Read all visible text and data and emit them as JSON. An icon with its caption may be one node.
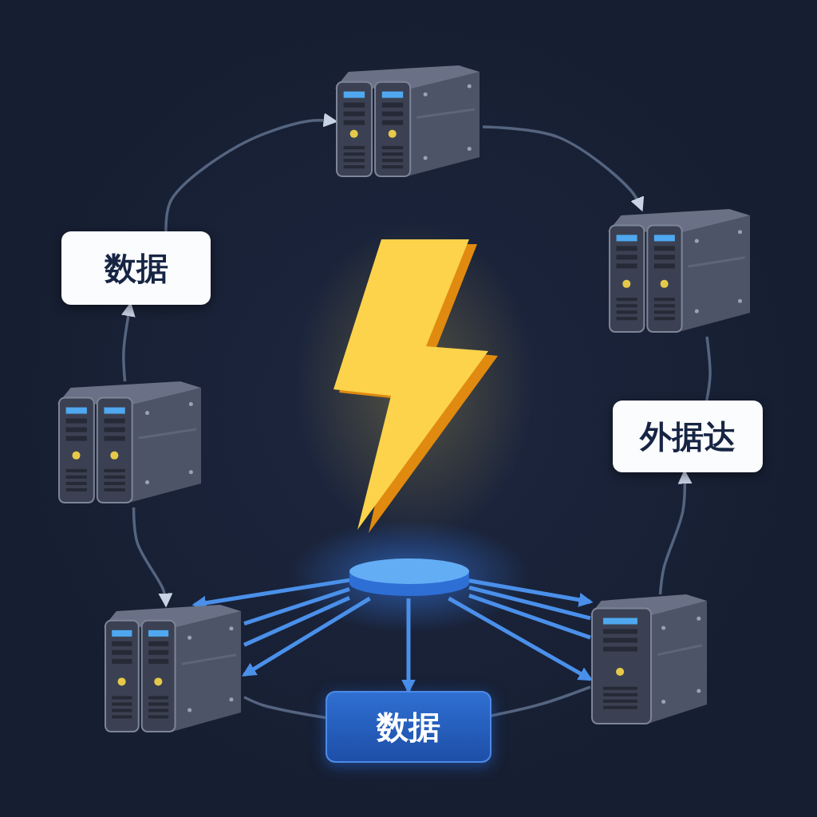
{
  "diagram": {
    "nodes": [
      {
        "text": [],
        "shape": "picture"
      },
      {
        "text": [],
        "shape": "picture"
      },
      {
        "text": [
          "外据达"
        ]
      },
      {
        "text": [],
        "shape": "picture"
      },
      {
        "text": [
          "数据"
        ]
      },
      {
        "text": [],
        "shape": "picture"
      },
      {
        "text": [],
        "shape": "picture"
      },
      {
        "text": [
          "数据"
        ]
      },
      {
        "text": [],
        "shape": "cylinder"
      }
    ],
    "edges": [
      {
        "from": 7,
        "to": 0,
        "arrow": "to",
        "color": "#55647f"
      },
      {
        "from": 0,
        "to": 1,
        "arrow": "to",
        "color": "#55647f"
      },
      {
        "from": 1,
        "to": 2,
        "arrow": "none",
        "color": "#55647f"
      },
      {
        "from": 3,
        "to": 2,
        "arrow": "to",
        "color": "#55647f"
      },
      {
        "from": 4,
        "to": 3,
        "arrow": "none",
        "color": "#55647f"
      },
      {
        "from": 5,
        "to": 4,
        "arrow": "none",
        "color": "#55647f"
      },
      {
        "from": 6,
        "to": 5,
        "arrow": "to",
        "color": "#55647f"
      },
      {
        "from": 6,
        "to": 7,
        "arrow": "to",
        "color": "#55647f"
      },
      {
        "from": 8,
        "to": 5,
        "arrow": "to"
      },
      {
        "from": 8,
        "to": 5,
        "arrow": "none"
      },
      {
        "from": 8,
        "to": 5,
        "arrow": "none"
      },
      {
        "from": 8,
        "to": 5,
        "arrow": "to"
      },
      {
        "from": 8,
        "to": 4,
        "arrow": "to"
      },
      {
        "from": 8,
        "to": 3,
        "arrow": "to"
      },
      {
        "from": 8,
        "to": 3,
        "arrow": "none"
      },
      {
        "from": 8,
        "to": 3,
        "arrow": "none"
      },
      {
        "from": 8,
        "to": 3,
        "arrow": "to"
      }
    ]
  }
}
